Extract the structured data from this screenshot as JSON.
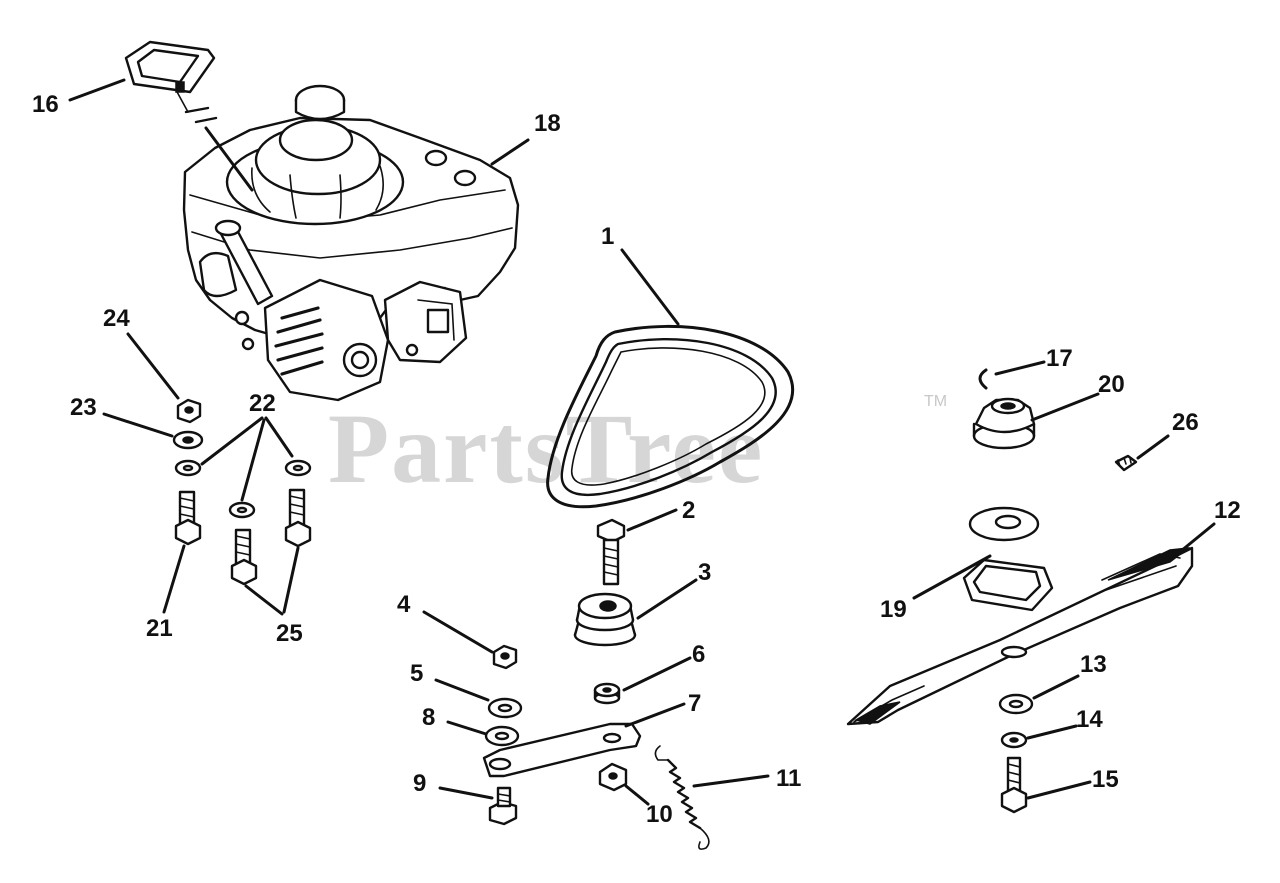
{
  "watermark": {
    "text": "PartsTree",
    "trademark": "TM"
  },
  "part_labels": [
    {
      "id": "p1",
      "number": "1"
    },
    {
      "id": "p2",
      "number": "2"
    },
    {
      "id": "p3",
      "number": "3"
    },
    {
      "id": "p4",
      "number": "4"
    },
    {
      "id": "p5",
      "number": "5"
    },
    {
      "id": "p6",
      "number": "6"
    },
    {
      "id": "p7",
      "number": "7"
    },
    {
      "id": "p8",
      "number": "8"
    },
    {
      "id": "p9",
      "number": "9"
    },
    {
      "id": "p10",
      "number": "10"
    },
    {
      "id": "p11",
      "number": "11"
    },
    {
      "id": "p12",
      "number": "12"
    },
    {
      "id": "p13",
      "number": "13"
    },
    {
      "id": "p14",
      "number": "14"
    },
    {
      "id": "p15",
      "number": "15"
    },
    {
      "id": "p16",
      "number": "16"
    },
    {
      "id": "p17",
      "number": "17"
    },
    {
      "id": "p18",
      "number": "18"
    },
    {
      "id": "p19",
      "number": "19"
    },
    {
      "id": "p20",
      "number": "20"
    },
    {
      "id": "p21",
      "number": "21"
    },
    {
      "id": "p22",
      "number": "22"
    },
    {
      "id": "p23",
      "number": "23"
    },
    {
      "id": "p24",
      "number": "24"
    },
    {
      "id": "p25",
      "number": "25"
    },
    {
      "id": "p26",
      "number": "26"
    }
  ]
}
